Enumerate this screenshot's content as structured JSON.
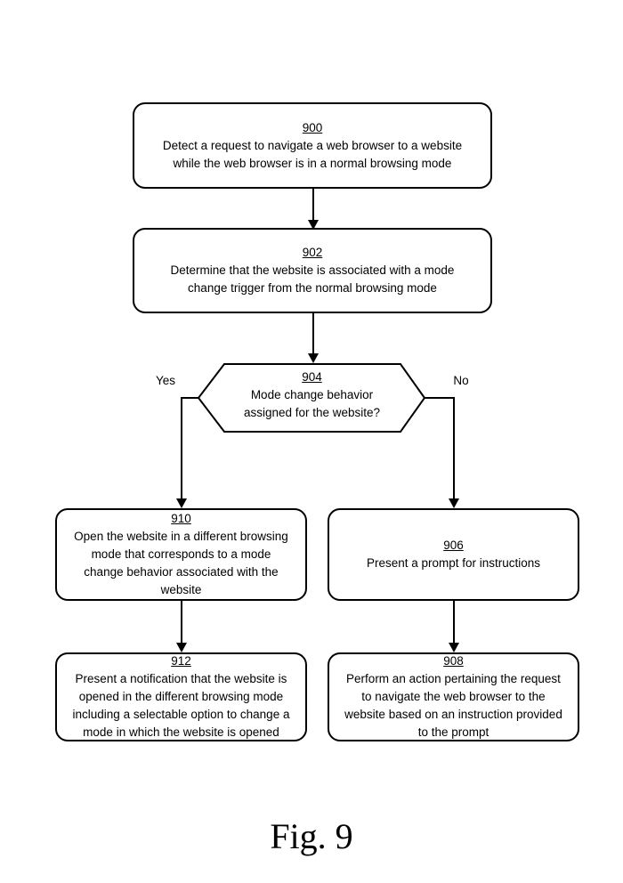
{
  "figure_caption": "Fig. 9",
  "branch_labels": {
    "yes": "Yes",
    "no": "No"
  },
  "colors": {
    "line": "#000000",
    "background": "#ffffff"
  },
  "nodes": {
    "n900": {
      "ref": "900",
      "label": "Detect a request to navigate a web browser to a website\nwhile the web browser is in a normal browsing mode"
    },
    "n902": {
      "ref": "902",
      "label": "Determine that the website is associated with a mode\nchange trigger from the normal browsing mode"
    },
    "n904": {
      "ref": "904",
      "label": "Mode change behavior\nassigned for the website?"
    },
    "n910": {
      "ref": "910",
      "label": "Open the website in a different browsing\nmode that corresponds to a mode\nchange behavior associated with the\nwebsite"
    },
    "n906": {
      "ref": "906",
      "label": "Present a prompt for instructions"
    },
    "n912": {
      "ref": "912",
      "label": "Present a notification that the website is\nopened in the different browsing mode\nincluding a selectable option to change a\nmode in which the website is opened"
    },
    "n908": {
      "ref": "908",
      "label": "Perform an action pertaining the request\nto navigate the web browser to the\nwebsite based on an instruction provided\nto the prompt"
    }
  }
}
